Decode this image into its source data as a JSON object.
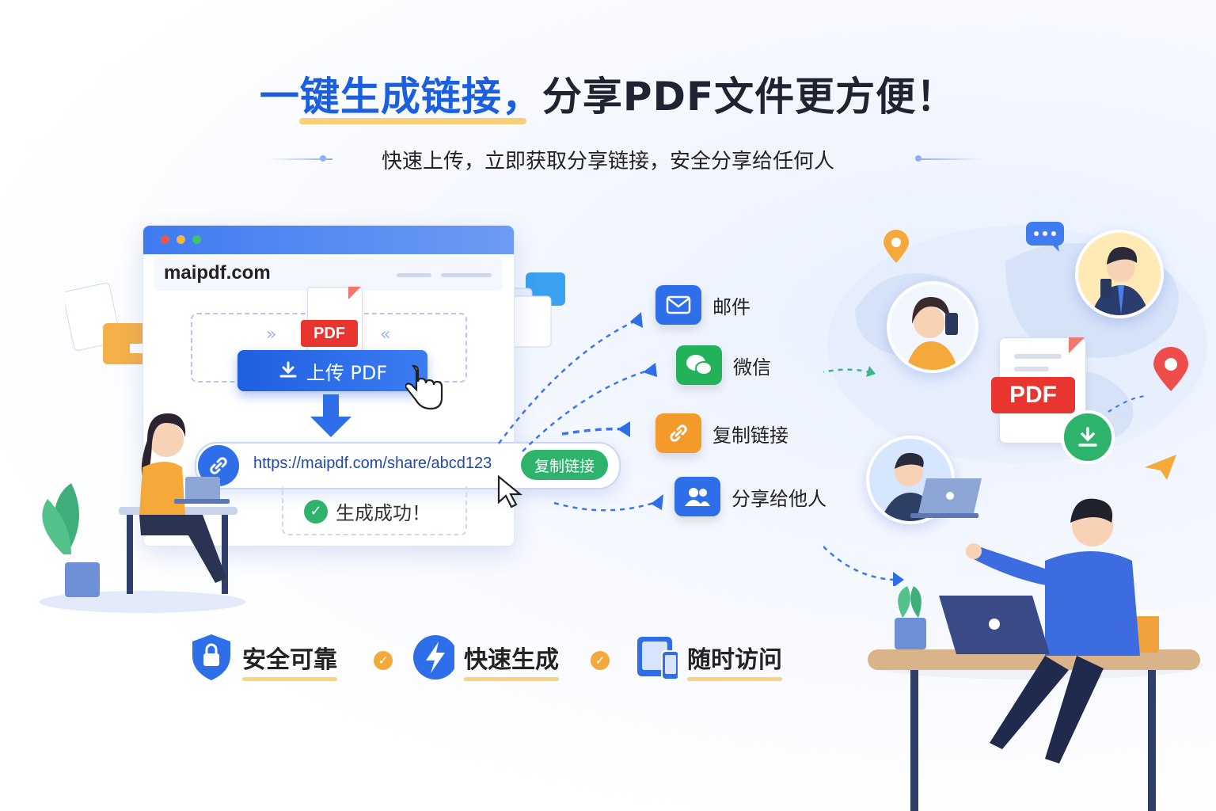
{
  "headline": {
    "part1": "一键生成链接，",
    "part2": "分享PDF文件更方便！"
  },
  "subheadline": "快速上传，立即获取分享链接，安全分享给任何人",
  "browser": {
    "address": "maipdf.com"
  },
  "upload": {
    "pdf_tag": "PDF",
    "button_label": "上传 PDF"
  },
  "link": {
    "url": "https://maipdf.com/share/abcd123",
    "copy_label": "复制链接"
  },
  "success_text": "生成成功！",
  "share_options": [
    {
      "label": "邮件",
      "icon": "mail-icon",
      "color": "#2e6ee8"
    },
    {
      "label": "微信",
      "icon": "wechat-icon",
      "color": "#22b35a"
    },
    {
      "label": "复制链接",
      "icon": "link-icon",
      "color": "#f39a2b"
    },
    {
      "label": "分享给他人",
      "icon": "users-icon",
      "color": "#2e6ee8"
    }
  ],
  "features": [
    {
      "label": "安全可靠",
      "icon": "shield-lock-icon"
    },
    {
      "label": "快速生成",
      "icon": "lightning-icon"
    },
    {
      "label": "随时访问",
      "icon": "devices-icon"
    }
  ],
  "recipient_pdf_tag": "PDF",
  "colors": {
    "primary": "#2e6ee8",
    "accent": "#f5c24c",
    "success": "#2db36b",
    "pdf_red": "#e8352f"
  }
}
